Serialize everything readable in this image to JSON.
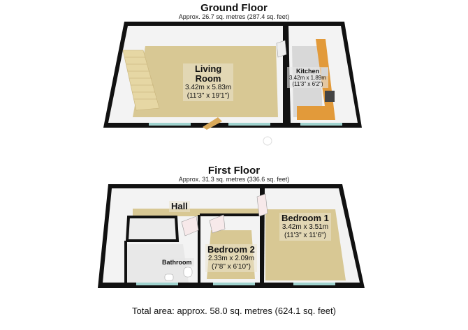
{
  "ground_floor": {
    "title": "Ground Floor",
    "area": "Approx. 26.7 sq. metres (287.4 sq. feet)",
    "rooms": [
      {
        "name": "Living Room",
        "name_line1": "Living",
        "name_line2": "Room",
        "metric": "3.42m x 5.83m",
        "imperial": "(11'3\" x 19'1\")"
      },
      {
        "name": "Kitchen",
        "metric": "3.42m x 1.89m",
        "imperial": "(11'3\" x 6'2\")"
      }
    ]
  },
  "first_floor": {
    "title": "First Floor",
    "area": "Approx. 31.3 sq. metres (336.6 sq. feet)",
    "rooms": [
      {
        "name": "Hall"
      },
      {
        "name": "Bathroom"
      },
      {
        "name": "Bedroom 2",
        "metric": "2.33m x 2.09m",
        "imperial": "(7'8\" x 6'10\")"
      },
      {
        "name": "Bedroom 1",
        "metric": "3.42m x 3.51m",
        "imperial": "(11'3\" x 11'6\")"
      }
    ]
  },
  "total_area": "Total area: approx. 58.0 sq. metres (624.1 sq. feet)",
  "colors": {
    "wall": "#111111",
    "carpet": "#d8c894",
    "kitchen_units": "#e29a3a",
    "tile": "#d8d8d8",
    "window": "#9fd3cf"
  }
}
